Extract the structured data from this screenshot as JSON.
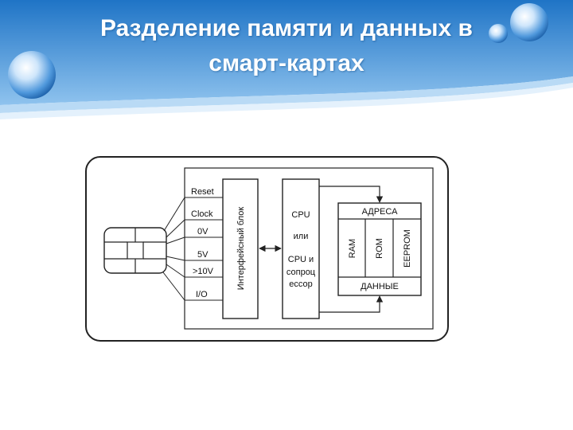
{
  "slide": {
    "title_line1": "Разделение памяти и данных в",
    "title_line2": "смарт-картах"
  },
  "diagram": {
    "pins": [
      "Reset",
      "Clock",
      "0V",
      "5V",
      ">10V",
      "I/O"
    ],
    "interface_block": "Интерфейсный блок",
    "cpu": {
      "line1": "CPU",
      "line2": "или",
      "line3": "CPU и",
      "line4": "сопроц",
      "line5": "ессор"
    },
    "memory": {
      "address": "АДРЕСА",
      "data": "ДАННЫЕ",
      "banks": [
        "RAM",
        "ROM",
        "EEPROM"
      ]
    }
  },
  "colors": {
    "banner_top": "#1f74c6",
    "banner_bottom": "#8fc3ee",
    "stroke": "#222222"
  }
}
